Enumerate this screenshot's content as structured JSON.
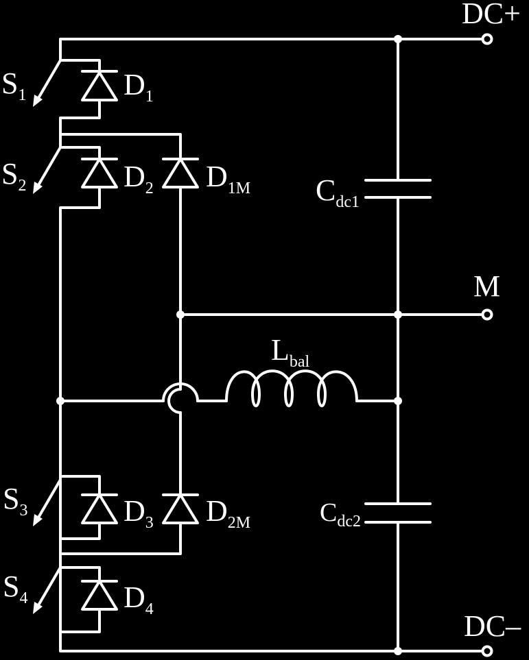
{
  "terminals": {
    "dc_plus": "DC+",
    "midpoint": "M",
    "dc_minus": "DC–"
  },
  "switches": [
    {
      "main": "S",
      "sub": "1"
    },
    {
      "main": "S",
      "sub": "2"
    },
    {
      "main": "S",
      "sub": "3"
    },
    {
      "main": "S",
      "sub": "4"
    }
  ],
  "diodes": [
    {
      "main": "D",
      "sub": "1"
    },
    {
      "main": "D",
      "sub": "2"
    },
    {
      "main": "D",
      "sub": "3"
    },
    {
      "main": "D",
      "sub": "4"
    }
  ],
  "clamp_diodes": [
    {
      "main": "D",
      "sub": "1M"
    },
    {
      "main": "D",
      "sub": "2M"
    }
  ],
  "capacitors": [
    {
      "main": "C",
      "sub": "dc1"
    },
    {
      "main": "C",
      "sub": "dc2"
    }
  ],
  "inductor": {
    "main": "L",
    "sub": "bal"
  },
  "colors": {
    "background": "#000000",
    "foreground": "#ffffff"
  }
}
